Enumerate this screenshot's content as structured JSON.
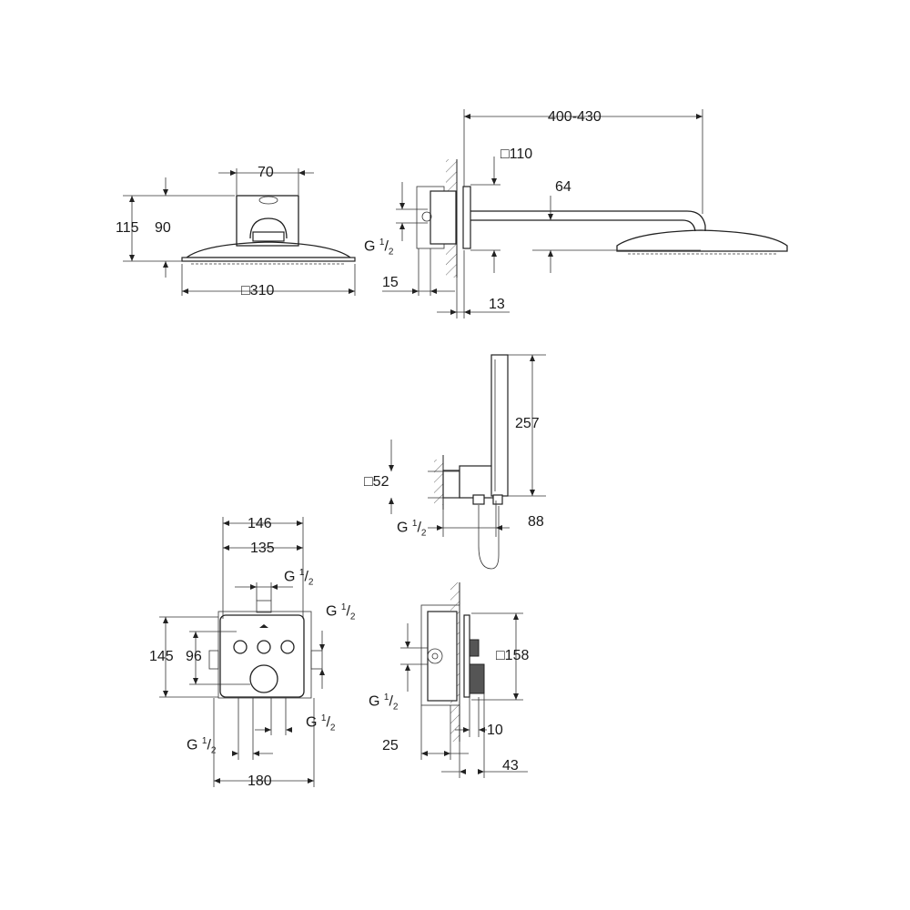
{
  "dims": {
    "w70": "70",
    "h115": "115",
    "h90": "90",
    "sq310": "310",
    "l400_430": "400-430",
    "sq110": "110",
    "d64": "64",
    "d15": "15",
    "d13": "13",
    "d257": "257",
    "sq52": "52",
    "d88": "88",
    "w146": "146",
    "w135": "135",
    "h145": "145",
    "h96": "96",
    "w180": "180",
    "sq158": "158",
    "d25": "25",
    "d10": "10",
    "d43": "43"
  },
  "thread": {
    "base": "G",
    "num": "1",
    "den": "2"
  },
  "square_symbol": "□",
  "colors": {
    "line": "#222222",
    "background": "#ffffff"
  }
}
